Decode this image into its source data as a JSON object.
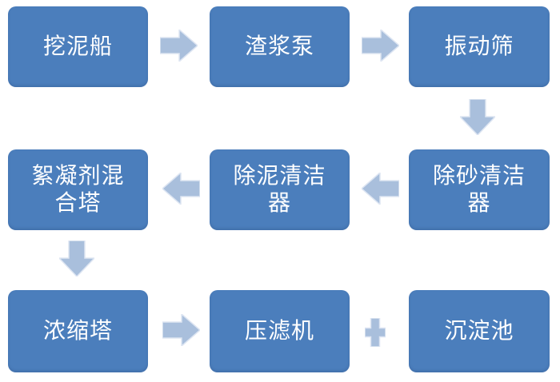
{
  "flowchart": {
    "title": "sludge-treatment-process-flow",
    "nodes": [
      {
        "id": "dredger",
        "label": "挖泥船"
      },
      {
        "id": "slurry-pump",
        "label": "渣浆泵"
      },
      {
        "id": "vibrating-screen",
        "label": "振动筛"
      },
      {
        "id": "flocculant-mixing-tower",
        "label": "絮凝剂混\n合塔"
      },
      {
        "id": "mud-removal-cleaner",
        "label": "除泥清洁\n器"
      },
      {
        "id": "sand-removal-cleaner",
        "label": "除砂清洁\n器"
      },
      {
        "id": "thickening-tower",
        "label": "浓缩塔"
      },
      {
        "id": "filter-press",
        "label": "压滤机"
      },
      {
        "id": "sedimentation-tank",
        "label": "沉淀池"
      }
    ],
    "connectors": [
      {
        "type": "arrow-right",
        "from": "挖泥船",
        "to": "渣浆泵"
      },
      {
        "type": "arrow-right",
        "from": "渣浆泵",
        "to": "振动筛"
      },
      {
        "type": "arrow-down",
        "from": "振动筛",
        "to": "除砂清洁器"
      },
      {
        "type": "arrow-left",
        "from": "除砂清洁器",
        "to": "除泥清洁器"
      },
      {
        "type": "arrow-left",
        "from": "除泥清洁器",
        "to": "絮凝剂混合塔"
      },
      {
        "type": "arrow-down",
        "from": "絮凝剂混合塔",
        "to": "浓缩塔"
      },
      {
        "type": "arrow-right",
        "from": "浓缩塔",
        "to": "压滤机"
      },
      {
        "type": "plus",
        "from": "压滤机",
        "to": "沉淀池"
      }
    ],
    "colors": {
      "node_fill": "#4b7ebc",
      "connector_fill": "#a9bfdc",
      "connector_outline": "#dde5f2",
      "text": "#ffffff",
      "background": "#ffffff"
    }
  }
}
